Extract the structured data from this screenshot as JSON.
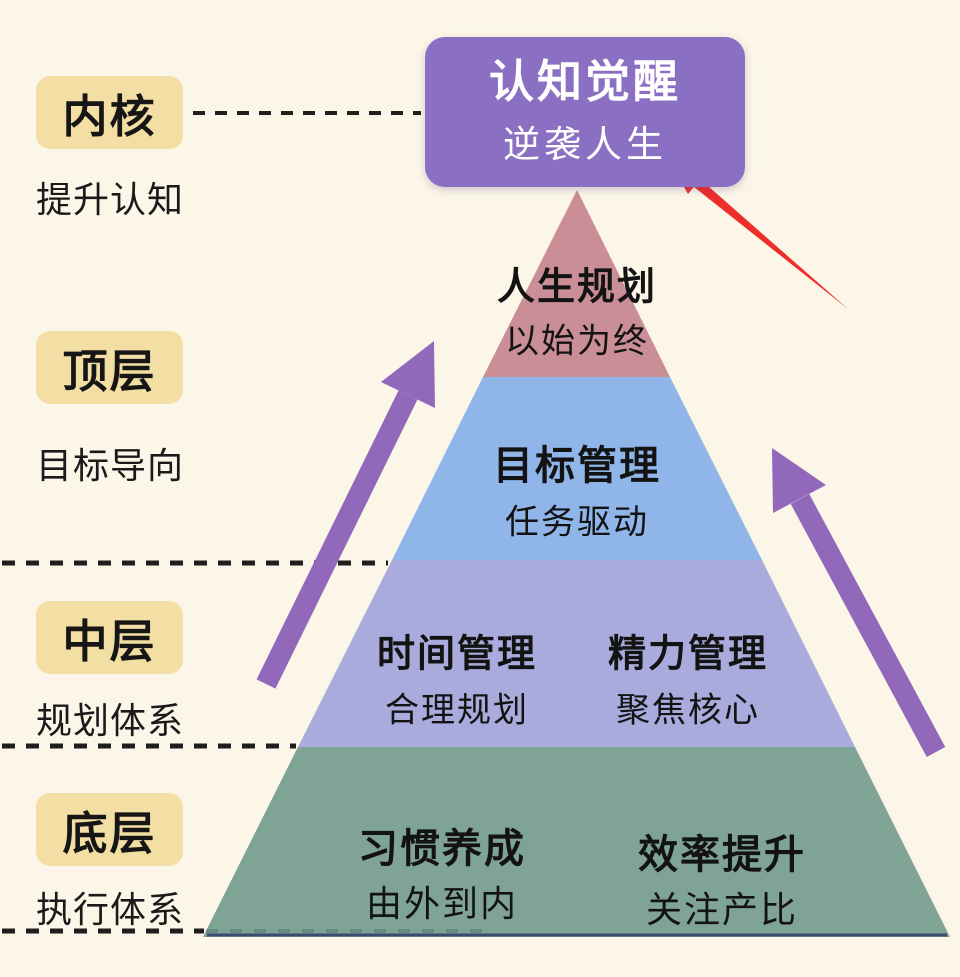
{
  "colors": {
    "background": "#fbf6e7",
    "core_box": "#8a6fc2",
    "label_box": "#f3dfa3",
    "arrow_purple": "#9268bb",
    "arrow_red": "#ee2e2a",
    "dash_line": "#1f1f1f",
    "pyramid_base_line": "#3c4a6e"
  },
  "core_box": {
    "title": "认知觉醒",
    "subtitle": "逆袭人生"
  },
  "side_labels": [
    {
      "tag": "内核",
      "desc": "提升认知"
    },
    {
      "tag": "顶层",
      "desc": "目标导向"
    },
    {
      "tag": "中层",
      "desc": "规划体系"
    },
    {
      "tag": "底层",
      "desc": "执行体系"
    }
  ],
  "pyramid": {
    "levels": [
      {
        "color": "#c98e96",
        "items": [
          {
            "title": "人生规划",
            "subtitle": "以始为终"
          }
        ]
      },
      {
        "color": "#8fb5e9",
        "items": [
          {
            "title": "目标管理",
            "subtitle": "任务驱动"
          }
        ]
      },
      {
        "color": "#a9abdd",
        "items": [
          {
            "title": "时间管理",
            "subtitle": "合理规划"
          },
          {
            "title": "精力管理",
            "subtitle": "聚焦核心"
          }
        ]
      },
      {
        "color": "#7fa495",
        "items": [
          {
            "title": "习惯养成",
            "subtitle": "由外到内"
          },
          {
            "title": "效率提升",
            "subtitle": "关注产比"
          }
        ]
      }
    ]
  }
}
